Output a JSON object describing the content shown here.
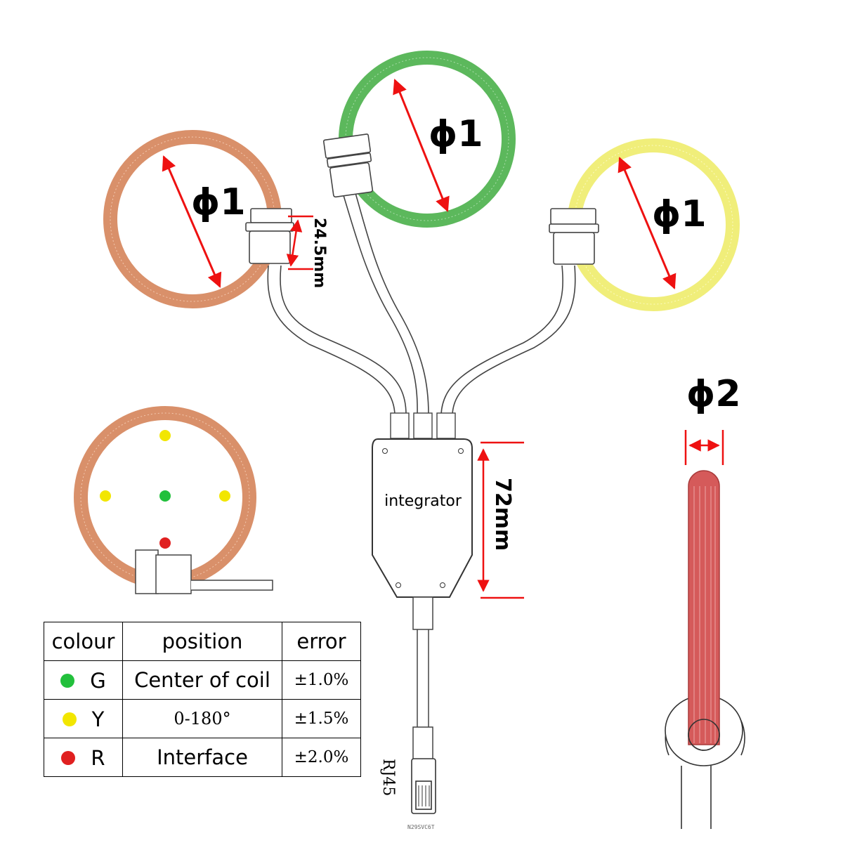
{
  "coils": {
    "left": {
      "label": "ϕ1",
      "color": "#d9906a"
    },
    "center": {
      "label": "ϕ1",
      "color": "#5cb85c"
    },
    "right": {
      "label": "ϕ1",
      "color": "#f0ee7a"
    }
  },
  "dimensions": {
    "connector_length": "24.5mm",
    "integrator_height": "72mm",
    "diameter_2": "ϕ2"
  },
  "integrator": {
    "label": "integrator"
  },
  "plug": {
    "label": "RJ45",
    "fine_print": "N29SVC6T"
  },
  "position_diagram": {
    "ring_color": "#d9906a",
    "dots": [
      "#f2e600",
      "#f2e600",
      "#22c03c",
      "#f2e600",
      "#e02020"
    ]
  },
  "legend": {
    "headers": {
      "colour": "colour",
      "position": "position",
      "error": "error"
    },
    "rows": [
      {
        "dot_color": "#22c03c",
        "code": "G",
        "position": "Center of coil",
        "error": "±1.0%"
      },
      {
        "dot_color": "#f2e600",
        "code": "Y",
        "position": "0-180°",
        "error": "±1.5%"
      },
      {
        "dot_color": "#e02020",
        "code": "R",
        "position": "Interface",
        "error": "±2.0%"
      }
    ]
  },
  "accent_colors": {
    "arrow": "#ee1111",
    "rod": "#d55a5a"
  }
}
